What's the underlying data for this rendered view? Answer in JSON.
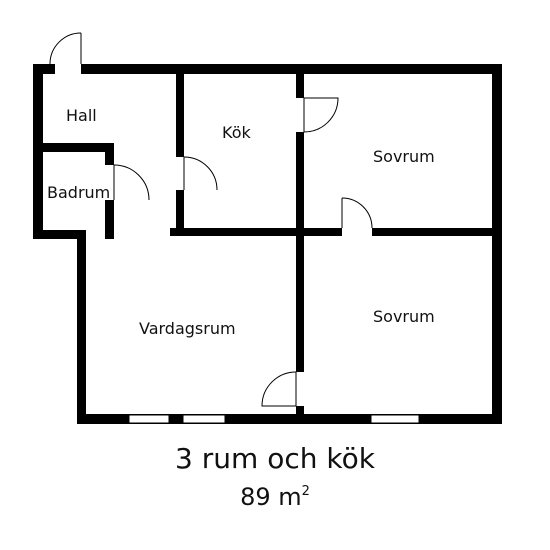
{
  "rooms": {
    "hall": "Hall",
    "badrum": "Badrum",
    "kok": "Kök",
    "sovrum_upper": "Sovrum",
    "vardagsrum": "Vardagsrum",
    "sovrum_lower": "Sovrum"
  },
  "caption": {
    "title": "3 rum och kök",
    "area_value": "89 m",
    "area_superscript": "2"
  }
}
